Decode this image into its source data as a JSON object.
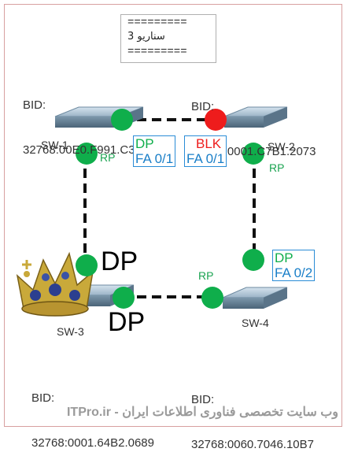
{
  "header": {
    "separator": "=========",
    "title": "سناریو 3"
  },
  "switches": [
    {
      "name": "SW-1",
      "bid_label": "BID:",
      "bid_value": "32768:00E0.F991.C369"
    },
    {
      "name": "SW-2",
      "bid_label": "BID:",
      "bid_value": "32768:0001.C7B1.2073"
    },
    {
      "name": "SW-3",
      "bid_label": "BID:",
      "bid_value": "32768:0001.64B2.0689"
    },
    {
      "name": "SW-4",
      "bid_label": "BID:",
      "bid_value": "32768:0060.7046.10B7"
    }
  ],
  "ports": {
    "sw1_right": {
      "role": "DP",
      "iface": "FA 0/1"
    },
    "sw2_left": {
      "role": "BLK",
      "iface": "FA 0/1"
    },
    "sw4_up": {
      "role": "DP",
      "iface": "FA 0/2"
    },
    "rp": "RP",
    "dp_big": "DP"
  },
  "colors": {
    "forwarding": "#0fae4b",
    "blocking": "#ee1c1c",
    "iface_box": "#2a8cd6",
    "link": "#111111"
  },
  "icons": [
    "crown-icon",
    "switch-icon"
  ],
  "footer": "ITPro.ir - وب سایت تخصصی فناوری اطلاعات ایران"
}
